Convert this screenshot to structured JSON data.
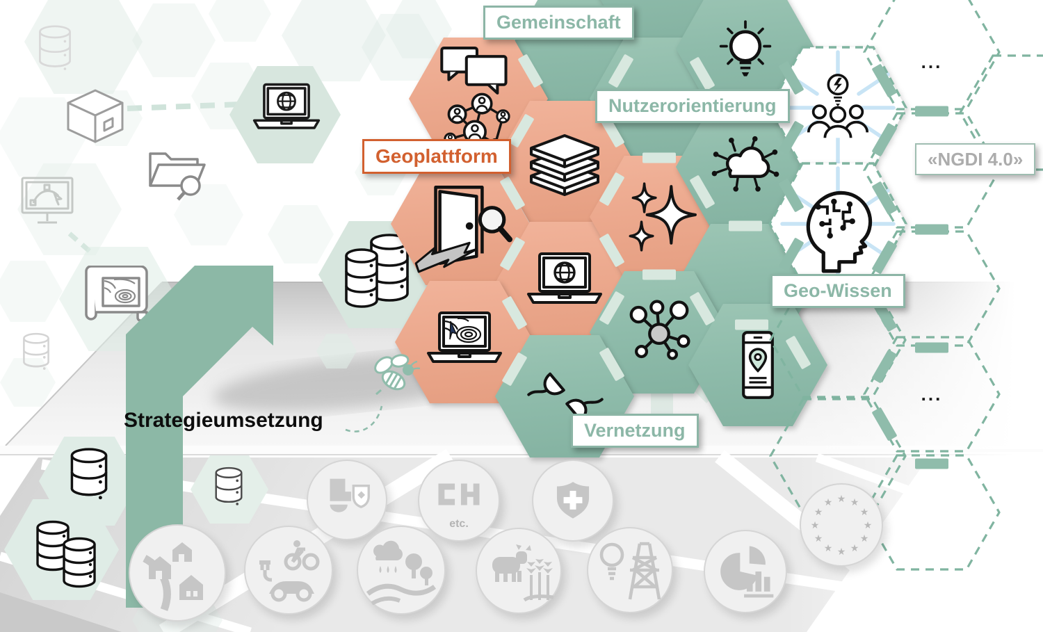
{
  "labels": {
    "gemeinschaft": "Gemeinschaft",
    "nutzerorientierung": "Nutzerorientierung",
    "geoplattform": "Geoplattform",
    "ngdi": "«NGDI 4.0»",
    "geo_wissen": "Geo-Wissen",
    "vernetzung": "Vernetzung",
    "strategieumsetzung": "Strategieumsetzung",
    "etc": "etc.",
    "dots": "..."
  },
  "colors": {
    "salmon_hex": "#ECA98E",
    "teal_hex": "#8FBCAB",
    "mint_hex": "#DFECE6",
    "dashed_border": "#80B4A0",
    "teal_label_text": "#8CB7A7",
    "orange_accent": "#D2602F",
    "gray_label_text": "#ACACAC",
    "arrow": "#8CB8A6",
    "ray_blue": "#C8E4F5",
    "map_gray": "#D6D6D6"
  },
  "hexagons": {
    "salmon_icons": [
      "speech-bubbles-network",
      "books-stack",
      "open-door-magnifier",
      "laptop-globe",
      "laptop-map",
      "sparkles"
    ],
    "teal_icons": [
      "lightbulb",
      "cloud-circuit",
      "network-node",
      "plug-connectors",
      "smartphone-location"
    ],
    "white_icons": [
      "team-idea-bulb",
      "head-circuit-brain"
    ]
  },
  "bottom_circles": [
    "settlement-houses",
    "cantonal-coats-of-arms",
    "ch-etc-logo",
    "swiss-shield",
    "e-mobility",
    "landscape-weather",
    "agriculture",
    "energy-grid",
    "statistics",
    "eu-stars"
  ],
  "side_icons": [
    "database",
    "package-box",
    "folder-search",
    "design-monitor",
    "map-scroll",
    "laptop-globe",
    "database-stack",
    "bee"
  ]
}
